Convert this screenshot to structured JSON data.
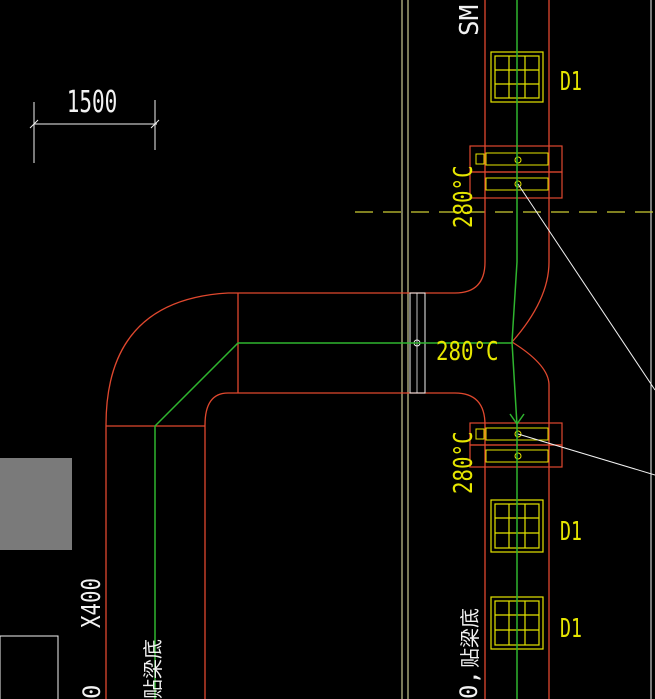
{
  "colors": {
    "background": "#000000",
    "duct": "#e0482e",
    "pipe": "#2fb52f",
    "text_yellow": "#e6e600",
    "text_white": "#f2f2f2",
    "block_gray": "#7a7a7a",
    "dash_line": "#cccc33"
  },
  "dimension": {
    "value": "1500"
  },
  "labels": {
    "sm": "SM",
    "d1_top": "D1",
    "d1_mid": "D1",
    "d1_bottom": "D1",
    "temp_top": "280°C",
    "temp_mid": "280°C",
    "temp_bottom": "280°C",
    "duct_size": "X400",
    "beam_note_left": "贴梁底",
    "beam_note_right": "贴梁底",
    "left_edge_digit": "0",
    "right_note_digit": "0,"
  }
}
